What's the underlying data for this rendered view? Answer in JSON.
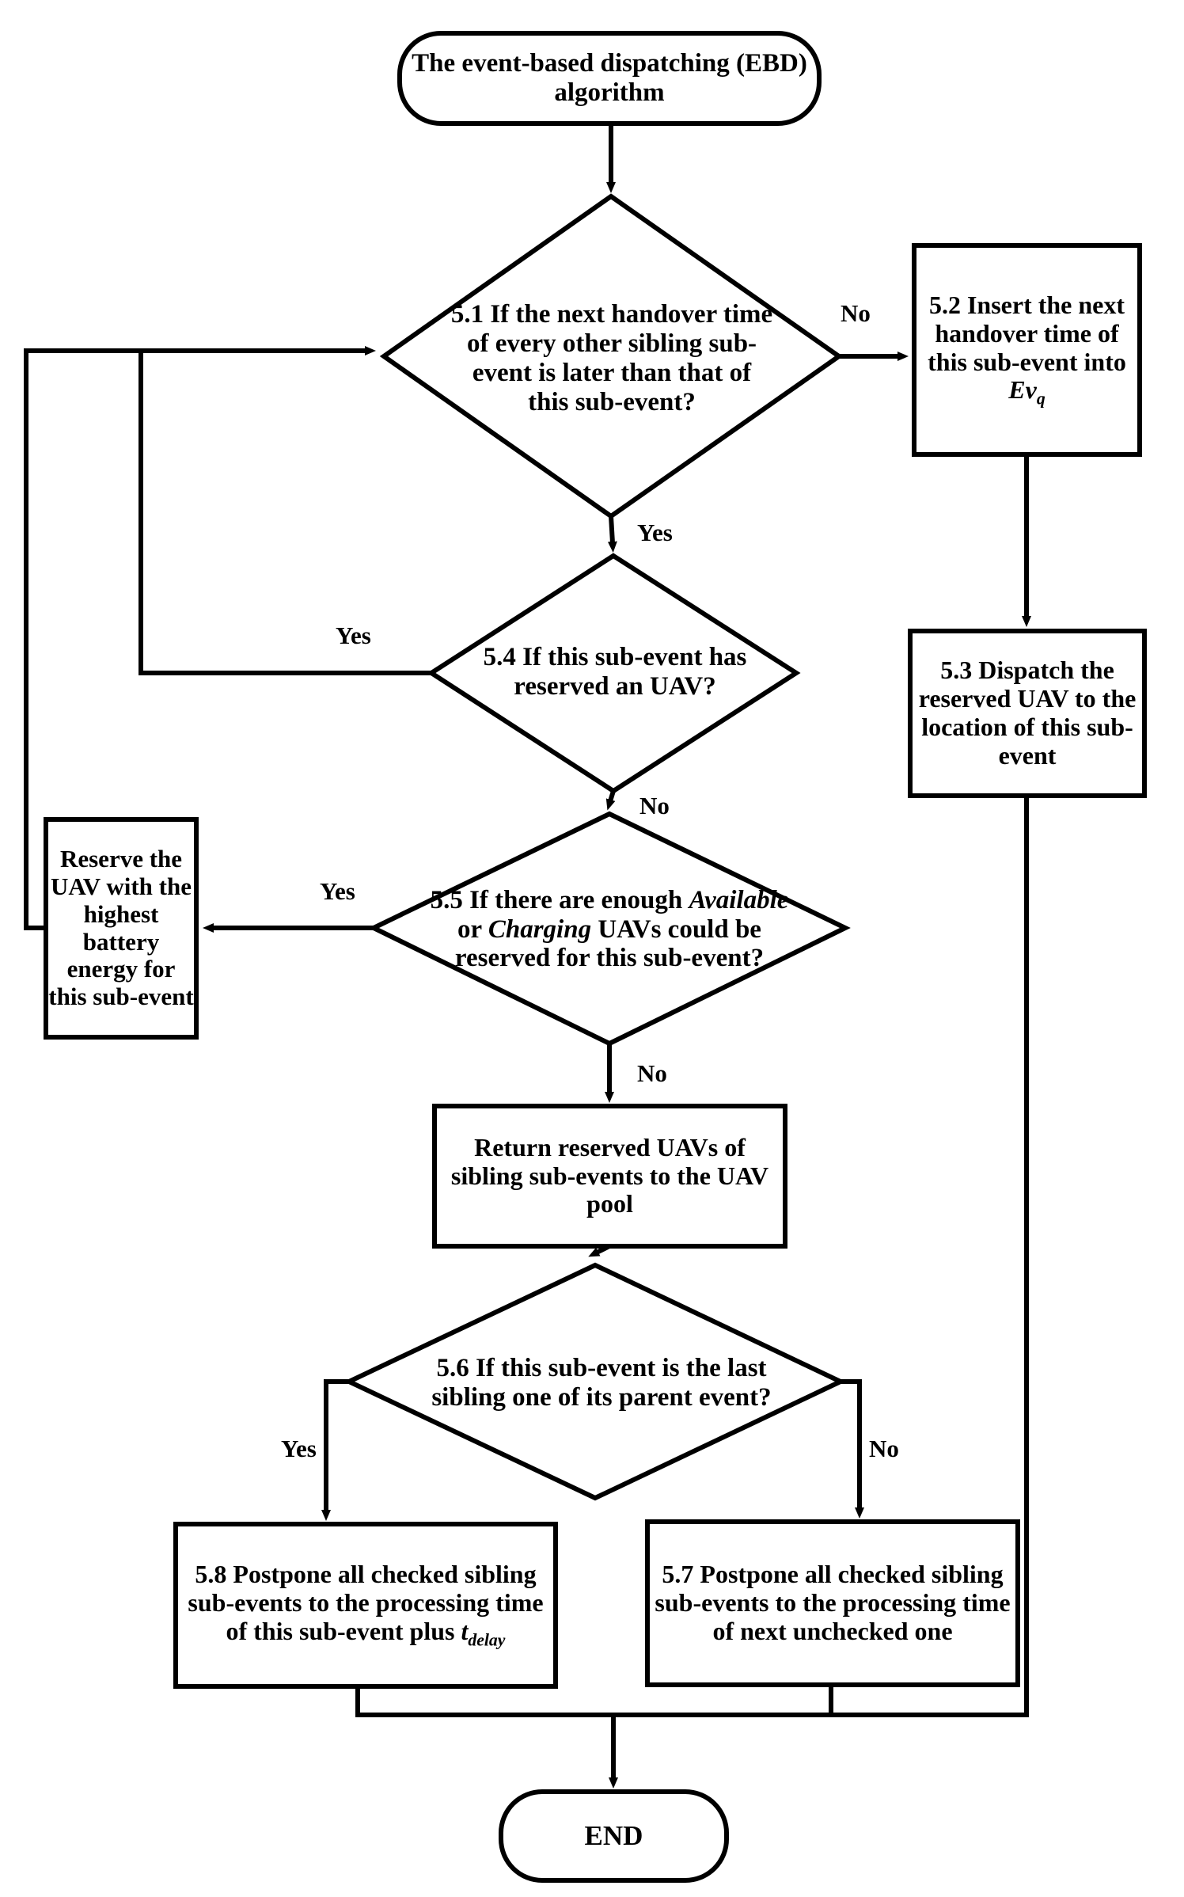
{
  "diagram": {
    "type": "flowchart",
    "title_node": "The event-based dispatching (EBD) algorithm",
    "end_node": "END"
  },
  "nodes": {
    "start": {
      "shape": "terminator",
      "text": "The event-based dispatching (EBD) algorithm"
    },
    "d51": {
      "shape": "decision",
      "id": "5.1",
      "text": "5.1 If the next handover time  of every other sibling sub-event is later than that of this sub-event?"
    },
    "p52": {
      "shape": "process",
      "id": "5.2",
      "text": "5.2 Insert the next handover time of this sub-event into",
      "math": "Ev",
      "math_sub": "q"
    },
    "p53": {
      "shape": "process",
      "id": "5.3",
      "text": "5.3 Dispatch the reserved UAV to the location of this sub-event"
    },
    "d54": {
      "shape": "decision",
      "id": "5.4",
      "text": "5.4 If this sub-event has reserved an UAV?"
    },
    "d55": {
      "shape": "decision",
      "id": "5.5",
      "text_a": "5.5 If there are enough",
      "text_b_pre": "",
      "em1": "Available",
      "mid": " or ",
      "em2": "Charging",
      "text_b_post": " UAVs",
      "text_c": "could be reserved for this sub-event?"
    },
    "reserve": {
      "shape": "process",
      "text": "Reserve the UAV with the highest battery energy for this sub-event"
    },
    "ret": {
      "shape": "process",
      "text": "Return reserved UAVs of sibling sub-events to the UAV pool"
    },
    "d56": {
      "shape": "decision",
      "id": "5.6",
      "text": "5.6 If this sub-event is the last sibling one of its parent event?"
    },
    "p58": {
      "shape": "process",
      "id": "5.8",
      "text": "5.8 Postpone all checked sibling sub-events to the processing time of this sub-event plus",
      "math": "t",
      "math_sub": "delay"
    },
    "p57": {
      "shape": "process",
      "id": "5.7",
      "text": "5.7 Postpone all checked sibling sub-events to the processing time of next unchecked one"
    },
    "end": {
      "shape": "terminator",
      "text": "END"
    }
  },
  "edge_labels": {
    "d51_no": "No",
    "d51_yes": "Yes",
    "d54_yes": "Yes",
    "d54_no": "No",
    "d55_yes": "Yes",
    "d55_no": "No",
    "d56_yes": "Yes",
    "d56_no": "No"
  },
  "colors": {
    "stroke": "#000000",
    "fill": "#ffffff",
    "text": "#000000"
  }
}
